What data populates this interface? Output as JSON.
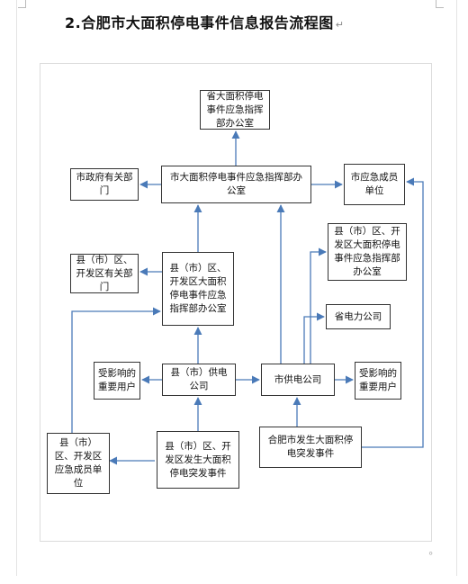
{
  "title": "2.合肥市大面积停电事件信息报告流程图",
  "pilcrow": "↵",
  "foot_mark": "⸰",
  "nodes": {
    "provincial_command": "省大面积停电事件应急指挥部办公室",
    "city_dept": "市政府有关部门",
    "city_command": "市大面积停电事件应急指挥部办公室",
    "city_emergency_member": "市应急成员单位",
    "county_command_right": "县（市）区、开发区大面积停电事件应急指挥部办公室",
    "county_dept": "县（市）区、开发区有关部门",
    "county_command": "县（市）区、开发区大面积停电事件应急指挥部办公室",
    "provincial_power": "省电力公司",
    "affected_users_left": "受影响的重要用户",
    "county_power": "县（市）供电公司",
    "city_power": "市供电公司",
    "affected_users_right": "受影响的重要用户",
    "county_emergency_member": "县（市）区、开发区应急成员单位",
    "county_event": "县（市）区、开发区发生大面积停电突发事件",
    "city_event": "合肥市发生大面积停电突发事件"
  },
  "colors": {
    "arrow": "#4a7ab8",
    "box_border": "#333333"
  }
}
